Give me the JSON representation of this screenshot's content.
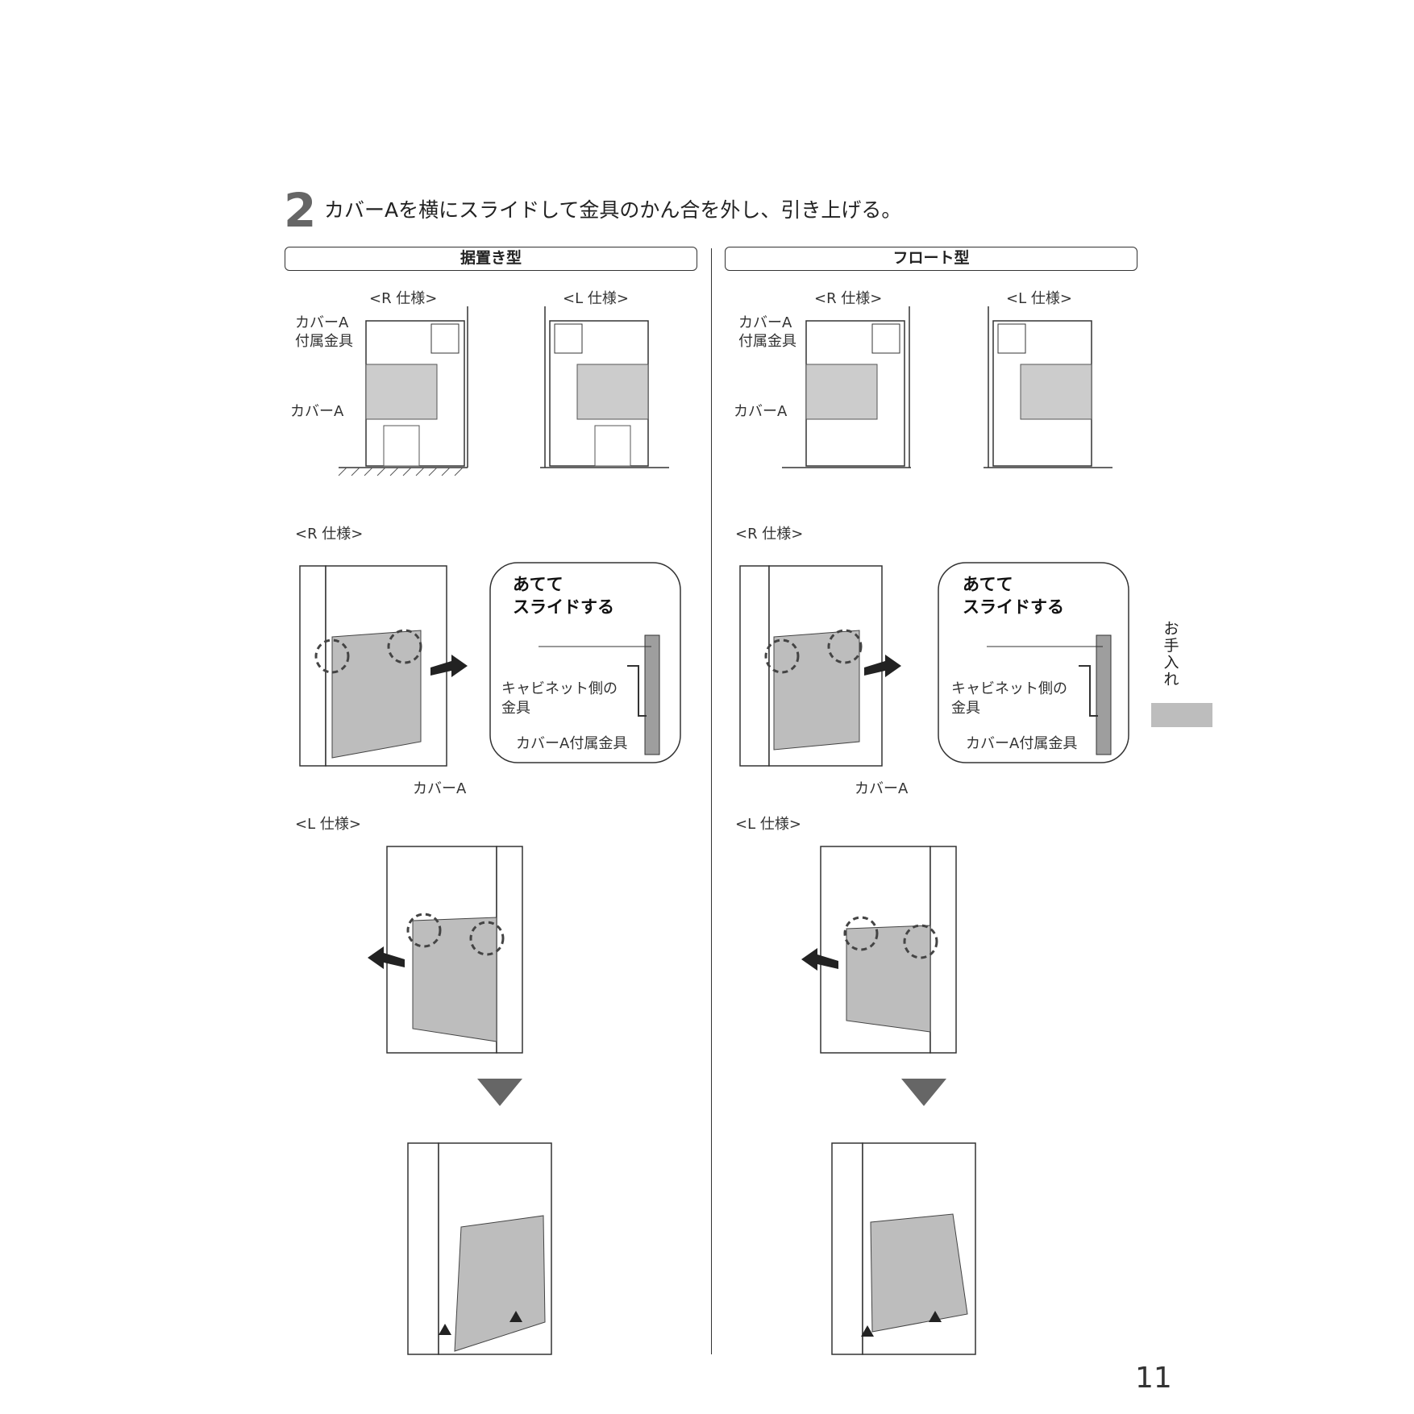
{
  "step": {
    "number": "2",
    "text": "カバーAを横にスライドして金具のかん合を外し、引き上げる。"
  },
  "columns": {
    "left": {
      "header": "据置き型"
    },
    "right": {
      "header": "フロート型"
    }
  },
  "labels": {
    "r_spec": "<R 仕様>",
    "l_spec": "<L 仕様>",
    "cover_a": "カバーA",
    "attached_bracket": "付属金具",
    "ate_te": "あてて",
    "slide": "スライドする",
    "cabinet_side": "キャビネット側の",
    "bracket": "金具",
    "cover_a_bracket": "カバーA付属金具"
  },
  "side_tab": {
    "text": "お手入れ"
  },
  "page_number": "11"
}
